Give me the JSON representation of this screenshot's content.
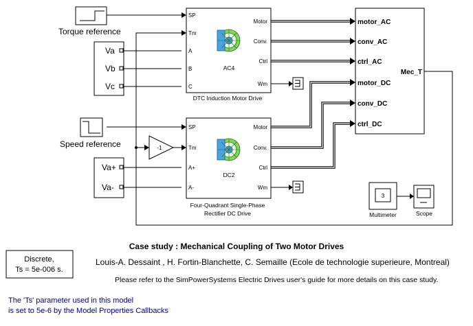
{
  "torque_ref": {
    "label": "Torque reference"
  },
  "speed_ref": {
    "label": "Speed reference"
  },
  "sources_ac": [
    "Va",
    "Vb",
    "Vc"
  ],
  "sources_dc": [
    "Va+",
    "Va-"
  ],
  "ac_drive": {
    "inputs": [
      "SP",
      "Tm",
      "A",
      "B",
      "C"
    ],
    "outputs": [
      "Motor",
      "Conv.",
      "Ctrl",
      "Wm"
    ],
    "model": "AC4",
    "caption": "DTC Induction Motor Drive"
  },
  "dc_drive": {
    "inputs": [
      "SP",
      "Tm",
      "A+",
      "A-"
    ],
    "outputs": [
      "Motor",
      "Conv.",
      "Ctrl",
      "Wm"
    ],
    "model": "DC2",
    "caption_line1": "Four-Quadrant Single-Phase",
    "caption_line2": "Rectifier DC Drive"
  },
  "gain": {
    "value": "-1"
  },
  "mec_block": {
    "inputs": [
      "motor_AC",
      "conv_AC",
      "ctrl_AC",
      "motor_DC",
      "conv_DC",
      "ctrl_DC"
    ],
    "output": "Mec_T"
  },
  "multimeter": {
    "value": "3",
    "label": "Multimeter"
  },
  "scope": {
    "label": "Scope"
  },
  "case_title": "Case study : Mechanical Coupling of Two Motor Drives",
  "authors": "Louis-A. Dessaint , H. Fortin-Blanchette, C. Semaille (Ecole de technologie superieure, Montreal)",
  "refer_note": "Please refer to the SimPowerSystems Electric Drives user's guide for more details on this case study.",
  "discrete": {
    "line1": "Discrete,",
    "line2": "Ts = 5e-006 s."
  },
  "ts_note": {
    "line1": "The 'Ts' parameter used in this model",
    "line2": "is set to 5e-6  by the Model Properties Callbacks"
  },
  "colors": {
    "note_text": "#00008b",
    "motor_icon": "#4aa3df",
    "motor_icon_ring": "#7ed957"
  }
}
